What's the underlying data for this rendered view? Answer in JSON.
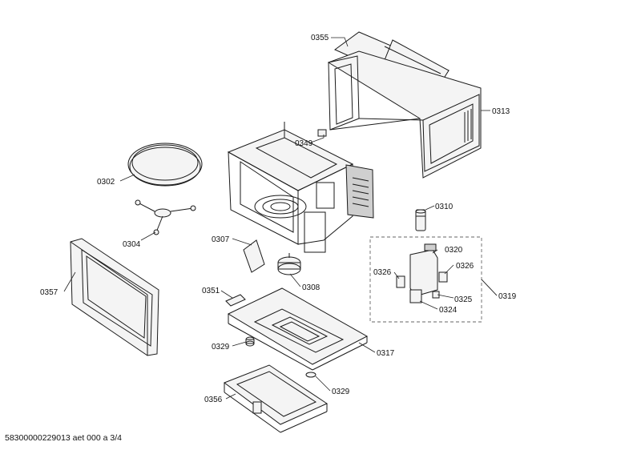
{
  "labels": {
    "p0355": "0355",
    "p0313": "0313",
    "p0349": "0349",
    "p0302": "0302",
    "p0304": "0304",
    "p0310": "0310",
    "p0307": "0307",
    "p0308": "0308",
    "p0320": "0320",
    "p0326a": "0326",
    "p0326b": "0326",
    "p0325": "0325",
    "p0324": "0324",
    "p0319": "0319",
    "p0357": "0357",
    "p0351": "0351",
    "p0329a": "0329",
    "p0317": "0317",
    "p0329b": "0329",
    "p0356": "0356"
  },
  "footer": "58300000229013 aet 000 a 3/4"
}
